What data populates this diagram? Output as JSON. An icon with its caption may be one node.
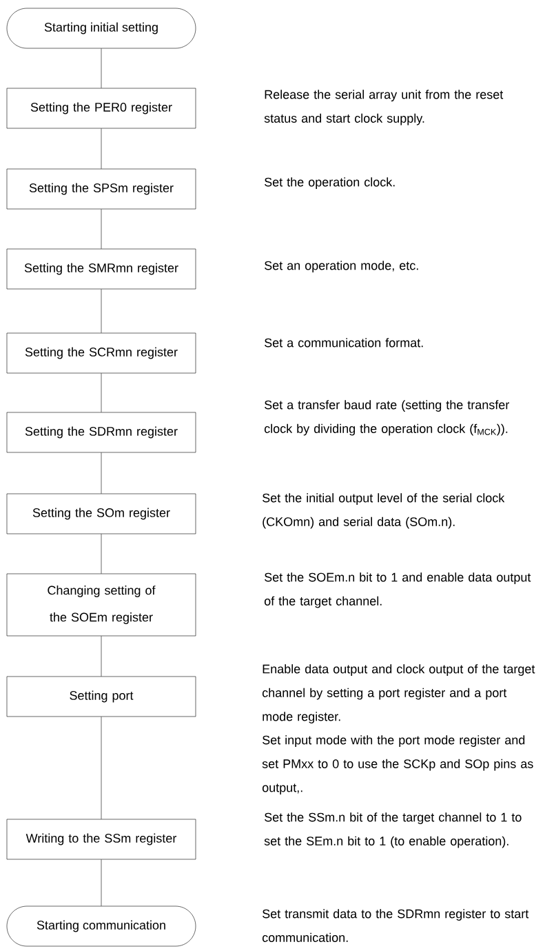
{
  "diagram": {
    "nodes": [
      {
        "text": [
          "Starting initial setting"
        ]
      },
      {
        "text": [
          "Setting the PER0 register"
        ]
      },
      {
        "text": [
          "Setting the SPSm register"
        ]
      },
      {
        "text": [
          "Setting the SMRmn register"
        ]
      },
      {
        "text": [
          "Setting the SCRmn register"
        ]
      },
      {
        "text": [
          "Setting the SDRmn register"
        ]
      },
      {
        "text": [
          "Setting the SOm register"
        ]
      },
      {
        "text": [
          "Changing setting of the SOEm register"
        ]
      },
      {
        "text": [
          "Setting port"
        ]
      },
      {
        "text": [
          "Writing to the SSm register"
        ]
      },
      {
        "text": [
          "Starting communication"
        ]
      }
    ],
    "edges": [
      {
        "from": 0,
        "to": 1,
        "arrow": "none"
      },
      {
        "from": 1,
        "to": 2,
        "arrow": "none"
      },
      {
        "from": 2,
        "to": 3,
        "arrow": "none"
      },
      {
        "from": 3,
        "to": 4,
        "arrow": "none"
      },
      {
        "from": 4,
        "to": 5,
        "arrow": "none"
      },
      {
        "from": 5,
        "to": 6,
        "arrow": "none"
      },
      {
        "from": 6,
        "to": 7,
        "arrow": "none"
      },
      {
        "from": 7,
        "to": 8,
        "arrow": "none"
      },
      {
        "from": 8,
        "to": 9,
        "arrow": "none"
      },
      {
        "from": 9,
        "to": 10,
        "arrow": "none"
      }
    ],
    "labels": [
      "Release the serial array unit from the reset status and start clock supply.",
      "Set the operation clock.",
      "Set an operation mode, etc.",
      "Set a communication format.",
      "Set a transfer baud rate (setting the transfer clock by dividing the operation clock (f$_{MCK}$)).",
      "Set the initial output level of the serial clock (CKOmn) and serial data (SOm.n).",
      "Set the SOEm.n bit to 1 and enable data output of the target channel.",
      "Enable data output and clock output of the target channel by setting a port register and a port mode register.",
      "Set input mode with the port mode register and set PMxx to 0 to use the SCKp and SOp pins as output,.",
      "Set the SSm.n bit of the target channel to 1 to set the SEm.n bit to 1 (to enable operation).",
      "Set transmit data to the SDRmn register to start communication."
    ]
  }
}
